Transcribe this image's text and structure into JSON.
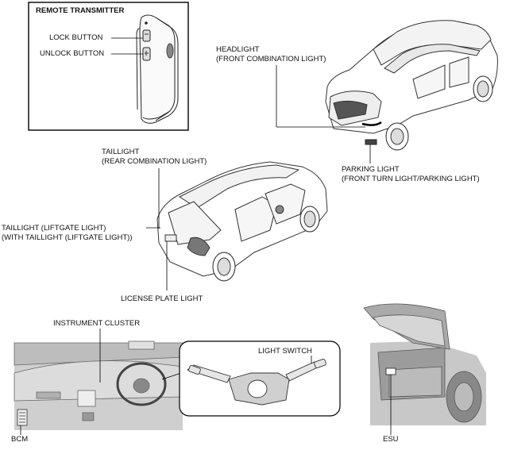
{
  "remote": {
    "title": "REMOTE TRANSMITTER",
    "lock": "LOCK BUTTON",
    "unlock": "UNLOCK BUTTON"
  },
  "headlight": {
    "line1": "HEADLIGHT",
    "line2": "(FRONT COMBINATION LIGHT)"
  },
  "parking": {
    "line1": "PARKING LIGHT",
    "line2": "(FRONT TURN LIGHT/PARKING LIGHT)"
  },
  "taillight": {
    "line1": "TAILLIGHT",
    "line2": "(REAR COMBINATION LIGHT)"
  },
  "liftgate": {
    "line1": "TAILLIGHT (LIFTGATE LIGHT)",
    "line2": "(WITH TAILLIGHT (LIFTGATE LIGHT))"
  },
  "license": "LICENSE PLATE LIGHT",
  "cluster": "INSTRUMENT CLUSTER",
  "lightswitch": "LIGHT SWITCH",
  "bcm": "BCM",
  "esu": "ESU"
}
